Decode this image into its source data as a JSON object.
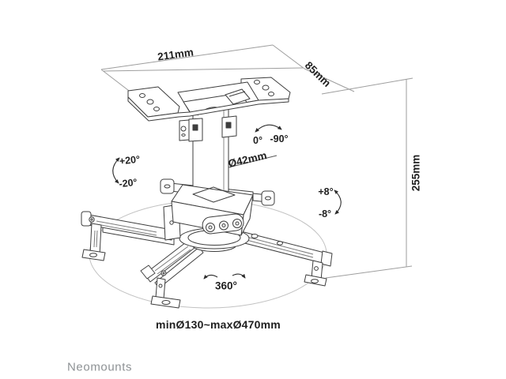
{
  "colors": {
    "background": "#ffffff",
    "line_dark": "#3d3d3d",
    "line_light": "#9e9e9e",
    "ellipse_light": "#c2c2c2",
    "text": "#1f1f1f",
    "brand_gray": "#8e9295"
  },
  "annotations": {
    "dim_width": "211mm",
    "dim_depth": "85mm",
    "dim_height": "255mm",
    "dim_pole_diameter": "Ø42mm",
    "rot_zero": "0°",
    "rot_minus_90": "-90°",
    "rot_plus_20": "+20°",
    "rot_minus_20": "-20°",
    "rot_plus_8": "+8°",
    "rot_minus_8": "-8°",
    "rot_360": "360°",
    "range_caption": "minØ130~maxØ470mm"
  },
  "footer": {
    "brand": "Neomounts"
  }
}
